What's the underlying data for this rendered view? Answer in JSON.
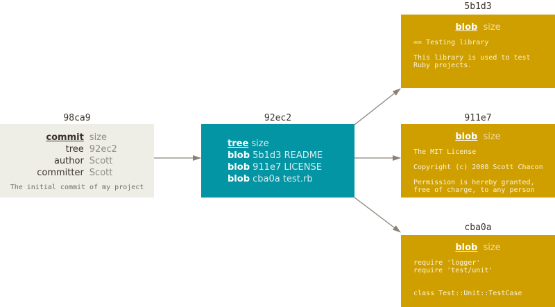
{
  "palette": {
    "background": "#4a6670",
    "commit_fill": "#eeeee6",
    "tree_fill": "#0495a4",
    "blob_fill": "#d3a006",
    "arrow": "#968d80",
    "hash_text": "#3b3228"
  },
  "nodes": {
    "commit": {
      "hash": "98ca9",
      "rows": [
        {
          "key": "commit",
          "value": "size",
          "heading": true
        },
        {
          "key": "tree",
          "value": "92ec2",
          "heading": false
        },
        {
          "key": "author",
          "value": "Scott",
          "heading": false
        },
        {
          "key": "committer",
          "value": "Scott",
          "heading": false
        }
      ],
      "footer": "The initial commit of my project"
    },
    "tree": {
      "hash": "92ec2",
      "lines": [
        {
          "key": "tree",
          "value": "size",
          "heading": true
        },
        {
          "key": "blob",
          "value": "5b1d3 README",
          "heading": false
        },
        {
          "key": "blob",
          "value": "911e7 LICENSE",
          "heading": false
        },
        {
          "key": "blob",
          "value": "cba0a test.rb",
          "heading": false
        }
      ]
    },
    "blob_readme": {
      "hash": "5b1d3",
      "head_key": "blob",
      "head_value": "size",
      "body": [
        "== Testing library",
        "",
        "This library is used to test",
        "Ruby projects."
      ]
    },
    "blob_license": {
      "hash": "911e7",
      "head_key": "blob",
      "head_value": "size",
      "body": [
        "The MIT License",
        "",
        "Copyright (c) 2008 Scott Chacon",
        "",
        "Permission is hereby granted,",
        "free of charge, to any person"
      ]
    },
    "blob_test": {
      "hash": "cba0a",
      "head_key": "blob",
      "head_value": "size",
      "body": [
        "require 'logger'",
        "require 'test/unit'",
        "",
        "",
        "class Test::Unit::TestCase"
      ]
    }
  },
  "arrows": [
    {
      "name": "commit-to-tree"
    },
    {
      "name": "tree-to-blob-readme"
    },
    {
      "name": "tree-to-blob-license"
    },
    {
      "name": "tree-to-blob-test"
    }
  ]
}
